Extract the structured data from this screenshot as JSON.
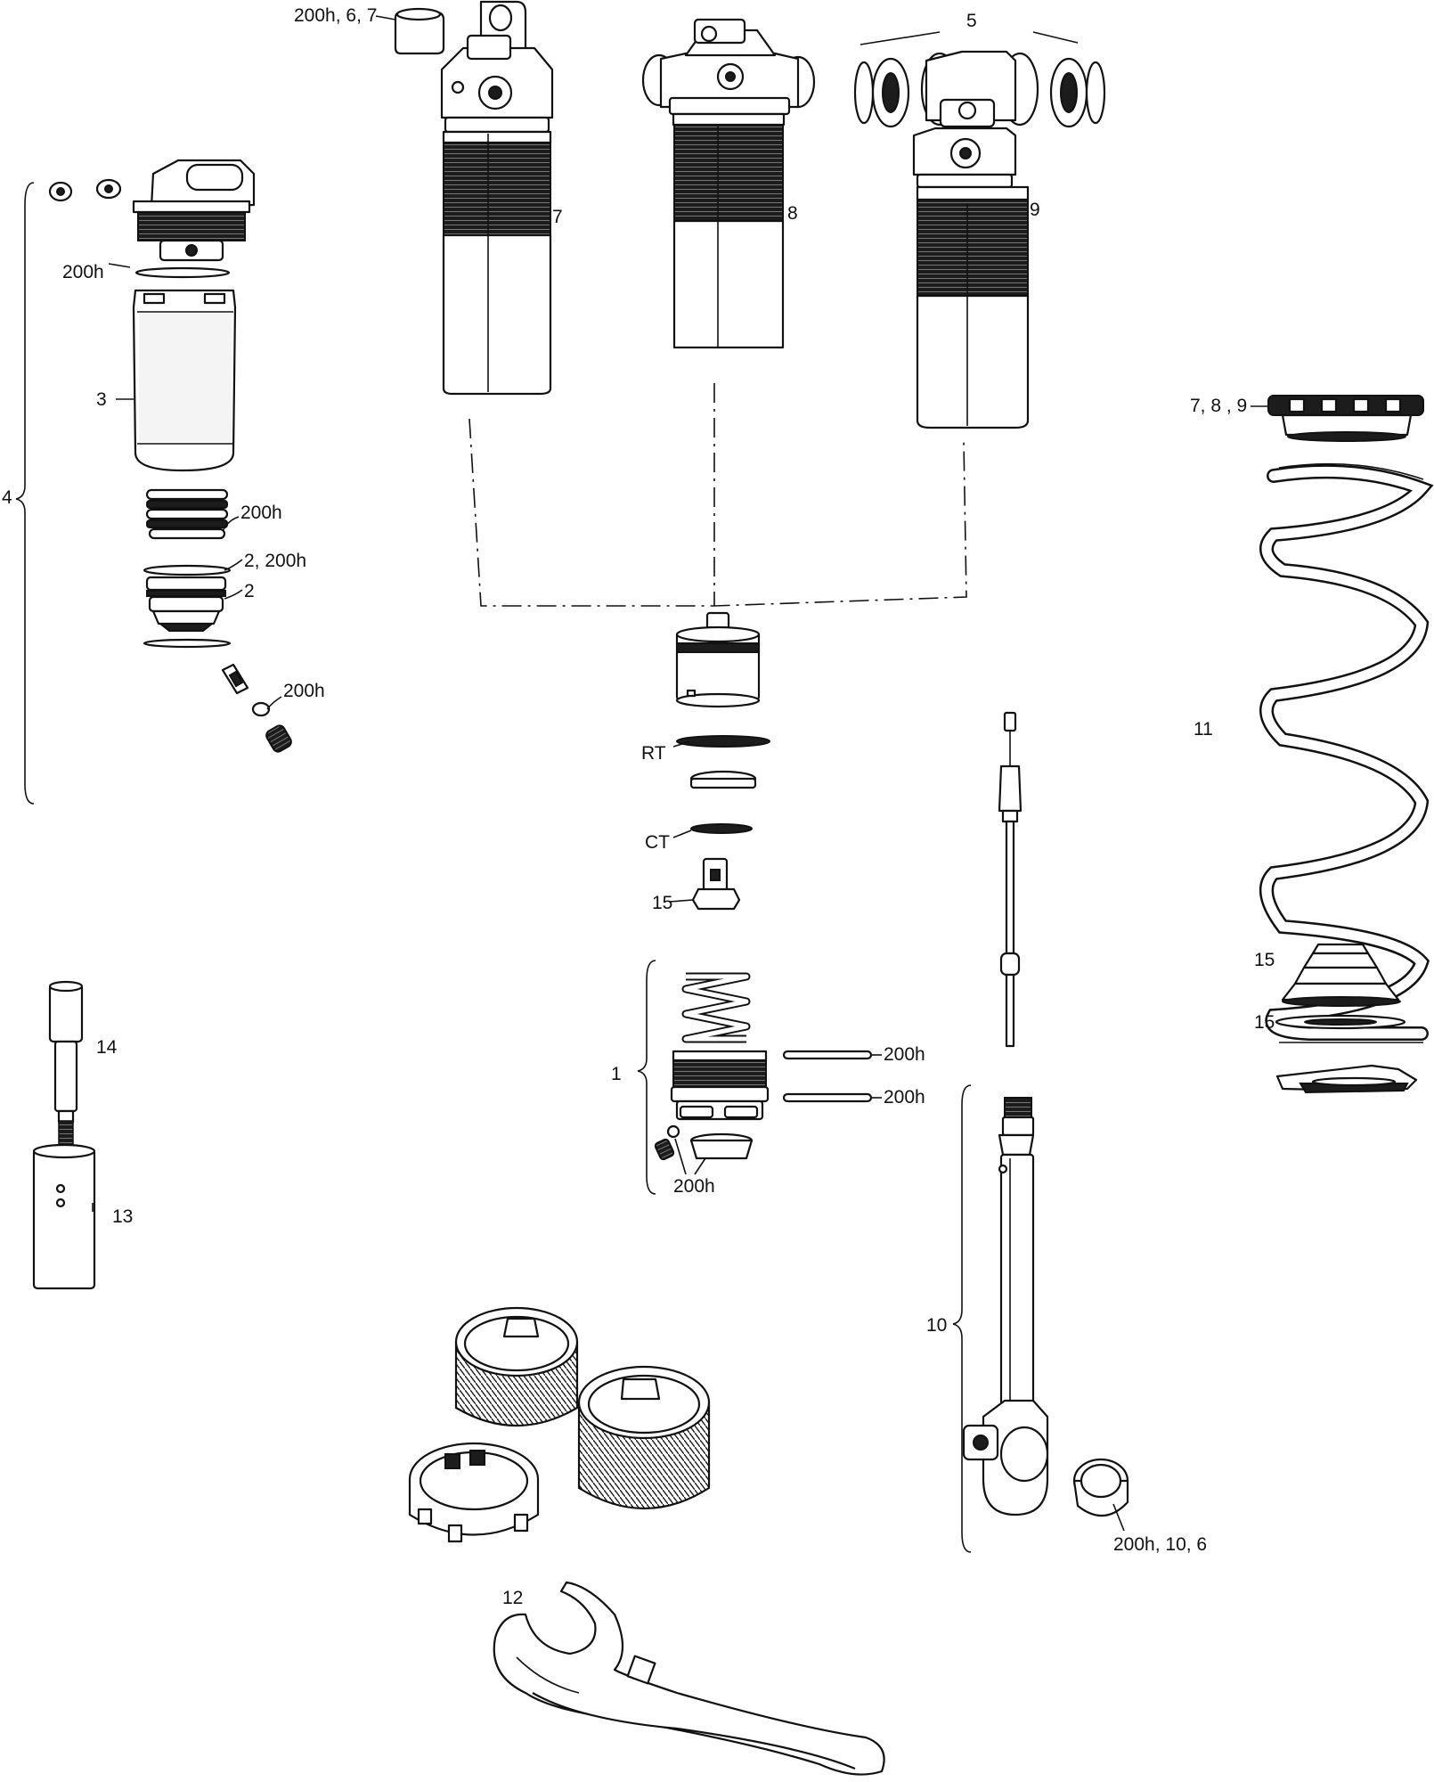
{
  "labels": {
    "l_200h_6_7": "200h, 6, 7",
    "l_5": "5",
    "l_7": "7",
    "l_8": "8",
    "l_9": "9",
    "l_200h_a": "200h",
    "l_3": "3",
    "l_4": "4",
    "l_200h_b": "200h",
    "l_2_200h": "2, 200h",
    "l_2": "2",
    "l_200h_c": "200h",
    "l_789": "7, 8 , 9",
    "l_11": "11",
    "l_rt": "RT",
    "l_ct": "CT",
    "l_15_a": "15",
    "l_15_b": "15",
    "l_15_c": "15",
    "l_14": "14",
    "l_13": "13",
    "l_1": "1",
    "l_200h_d": "200h",
    "l_200h_e": "200h",
    "l_200h_f": "200h",
    "l_10": "10",
    "l_200h_10_6": "200h, 10, 6",
    "l_12": "12"
  },
  "colors": {
    "ink": "#111111",
    "paper": "#ffffff",
    "shade": "#e6e6e6"
  }
}
